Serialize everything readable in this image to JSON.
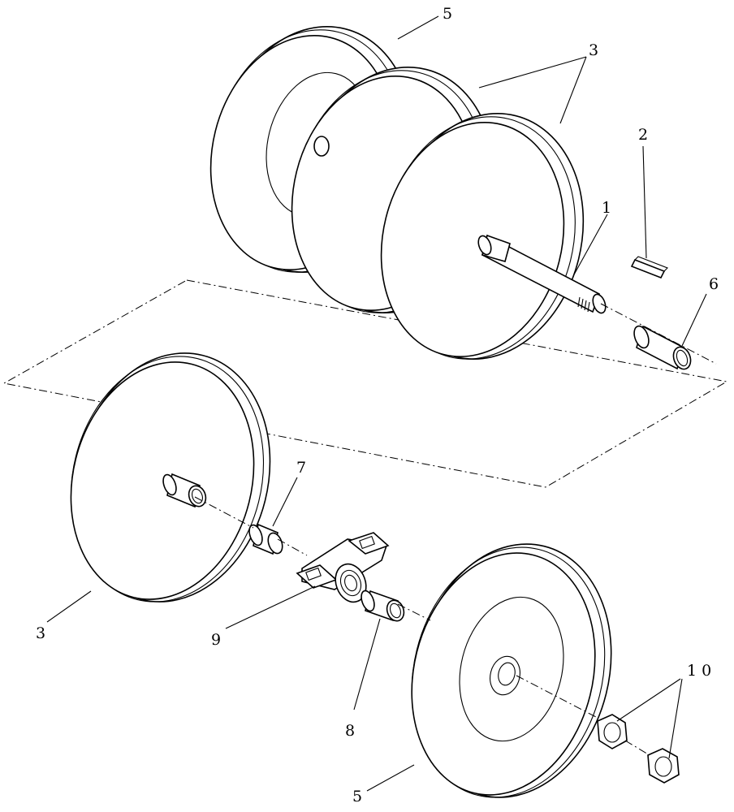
{
  "callouts": {
    "c1": "1",
    "c2": "2",
    "c3_top": "3",
    "c3_left": "3",
    "c5_top": "5",
    "c5_bottom": "5",
    "c6": "6",
    "c7": "7",
    "c8": "8",
    "c9": "9",
    "c10": "1 0"
  }
}
